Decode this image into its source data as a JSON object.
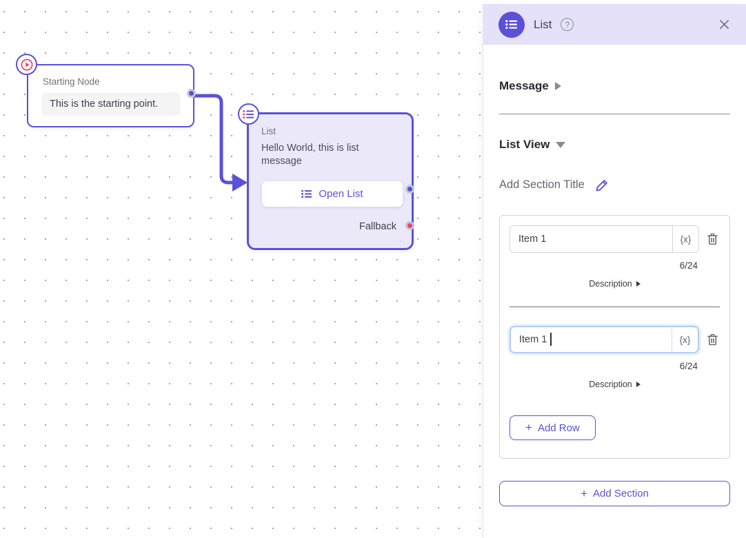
{
  "colors": {
    "accent_purple": "#5b51d8",
    "pink": "#f23f6d",
    "panel_header_bg": "#e4e1f9",
    "list_node_bg": "#ebe8fa",
    "focus_border": "#aecdf0"
  },
  "canvas": {
    "starting_node": {
      "title": "Starting Node",
      "body": "This is the starting point."
    },
    "list_node": {
      "title": "List",
      "message": "Hello World, this is list message",
      "open_list_label": "Open List",
      "fallback_label": "Fallback"
    }
  },
  "panel": {
    "title": "List",
    "help_glyph": "?",
    "message_section_label": "Message",
    "list_view_section_label": "List View",
    "add_section_title_label": "Add Section Title",
    "rows": [
      {
        "value": "Item 1",
        "variable": "{x}",
        "counter": "6/24",
        "description_label": "Description"
      },
      {
        "value": "Item 1",
        "variable": "{x}",
        "counter": "6/24",
        "description_label": "Description"
      }
    ],
    "add_row": {
      "plus": "+",
      "label": "Add Row"
    },
    "add_section": {
      "plus": "+",
      "label": "Add Section"
    }
  }
}
